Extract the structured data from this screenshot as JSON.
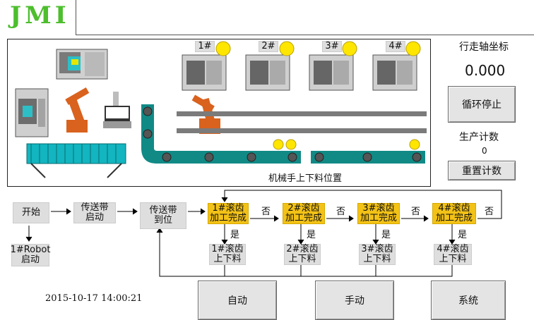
{
  "logo": "JMI",
  "axis": {
    "title": "行走轴坐标",
    "value": "0.000"
  },
  "cycle_stop": "循环停止",
  "production": {
    "title": "生产计数",
    "count": "0",
    "reset": "重置计数"
  },
  "machines": [
    "1#",
    "2#",
    "3#",
    "4#"
  ],
  "loader_position": "机械手上下料位置",
  "flow": {
    "start": "开始",
    "robot_start": [
      "1#Robot",
      "启动"
    ],
    "conveyor_start": [
      "传送带",
      "启动"
    ],
    "conveyor_arrive": [
      "传送带",
      "到位"
    ],
    "done": [
      [
        "1#滚齿",
        "加工完成"
      ],
      [
        "2#滚齿",
        "加工完成"
      ],
      [
        "3#滚齿",
        "加工完成"
      ],
      [
        "4#滚齿",
        "加工完成"
      ]
    ],
    "load": [
      [
        "1#滚齿",
        "上下料"
      ],
      [
        "2#滚齿",
        "上下料"
      ],
      [
        "3#滚齿",
        "上下料"
      ],
      [
        "4#滚齿",
        "上下料"
      ]
    ],
    "no": "否",
    "yes": "是"
  },
  "datetime": "2015-10-17 14:00:21",
  "modes": [
    "自动",
    "手动",
    "系统"
  ],
  "colors": {
    "logo": "#4dbe2d",
    "highlight": "#f3c216",
    "indicator": "#ffe600",
    "robot": "#d9621e"
  }
}
